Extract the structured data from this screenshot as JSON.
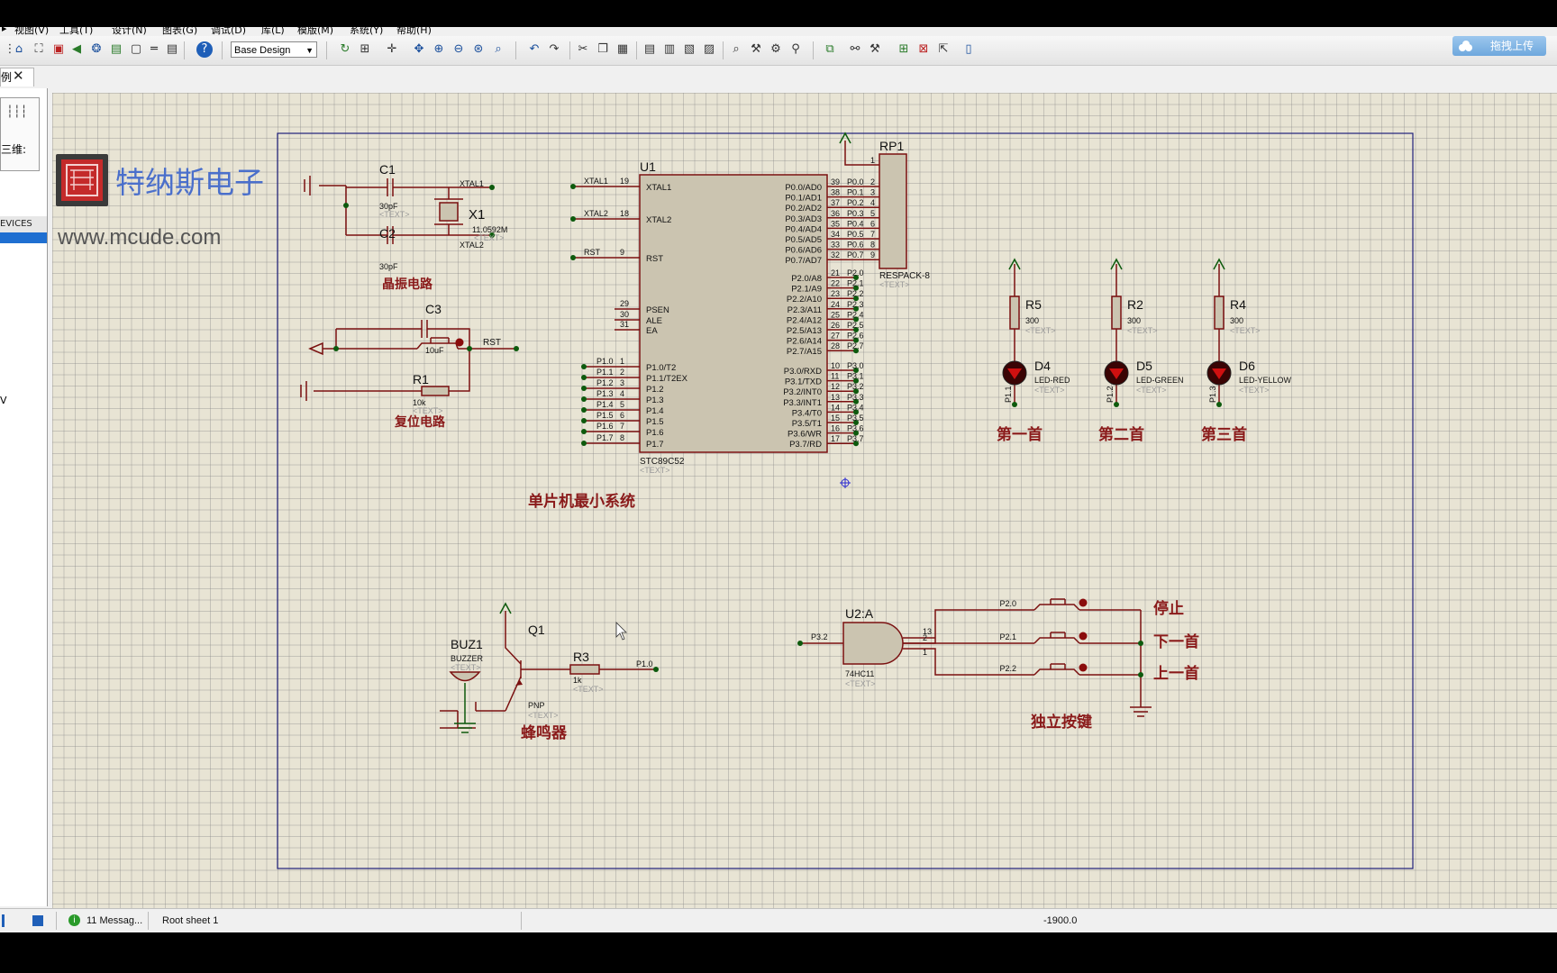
{
  "menu": {
    "items": [
      "视图(V)",
      "工具(T)",
      "设计(N)",
      "图表(G)",
      "调试(D)",
      "库(L)",
      "模版(M)",
      "系统(Y)",
      "帮助(H)"
    ]
  },
  "toolbar": {
    "design_select": "Base Design",
    "cloud_label": "拖拽上传"
  },
  "tab": {
    "label": "例"
  },
  "left_panel": {
    "mode_label": "三维:",
    "devices_label": "EVICES",
    "side_letter": "V"
  },
  "watermark": {
    "brand": "特纳斯电子",
    "url": "www.mcude.com"
  },
  "schematic": {
    "c1": {
      "ref": "C1",
      "value": "30pF",
      "text": "<TEXT>"
    },
    "c2": {
      "ref": "C2",
      "value": "30pF",
      "text": "<TEXT>"
    },
    "x1": {
      "ref": "X1",
      "value": "11.0592M",
      "text": "<TEXT>"
    },
    "xtal1": "XTAL1",
    "xtal2": "XTAL2",
    "crystal_caption": "晶振电路",
    "c3": {
      "ref": "C3",
      "value": "10uF",
      "text": "<TEXT>"
    },
    "rst_net": "RST",
    "r1": {
      "ref": "R1",
      "value": "10k",
      "text": "<TEXT>"
    },
    "reset_caption": "复位电路",
    "u1": {
      "ref": "U1",
      "part": "STC89C52",
      "text": "<TEXT>",
      "caption": "单片机最小系统",
      "left_pins": [
        {
          "net": "XTAL1",
          "num": "19",
          "name": "XTAL1"
        },
        {
          "net": "XTAL2",
          "num": "18",
          "name": "XTAL2"
        },
        {
          "net": "RST",
          "num": "9",
          "name": "RST"
        },
        {
          "net": "",
          "num": "29",
          "name": "PSEN"
        },
        {
          "net": "",
          "num": "30",
          "name": "ALE"
        },
        {
          "net": "",
          "num": "31",
          "name": "EA"
        },
        {
          "net": "P1.0",
          "num": "1",
          "name": "P1.0/T2"
        },
        {
          "net": "P1.1",
          "num": "2",
          "name": "P1.1/T2EX"
        },
        {
          "net": "P1.2",
          "num": "3",
          "name": "P1.2"
        },
        {
          "net": "P1.3",
          "num": "4",
          "name": "P1.3"
        },
        {
          "net": "P1.4",
          "num": "5",
          "name": "P1.4"
        },
        {
          "net": "P1.5",
          "num": "6",
          "name": "P1.5"
        },
        {
          "net": "P1.6",
          "num": "7",
          "name": "P1.6"
        },
        {
          "net": "P1.7",
          "num": "8",
          "name": "P1.7"
        }
      ],
      "right_pins": [
        {
          "name": "P0.0/AD0",
          "num": "39",
          "net": "P0.0"
        },
        {
          "name": "P0.1/AD1",
          "num": "38",
          "net": "P0.1"
        },
        {
          "name": "P0.2/AD2",
          "num": "37",
          "net": "P0.2"
        },
        {
          "name": "P0.3/AD3",
          "num": "36",
          "net": "P0.3"
        },
        {
          "name": "P0.4/AD4",
          "num": "35",
          "net": "P0.4"
        },
        {
          "name": "P0.5/AD5",
          "num": "34",
          "net": "P0.5"
        },
        {
          "name": "P0.6/AD6",
          "num": "33",
          "net": "P0.6"
        },
        {
          "name": "P0.7/AD7",
          "num": "32",
          "net": "P0.7"
        },
        {
          "name": "P2.0/A8",
          "num": "21",
          "net": "P2.0"
        },
        {
          "name": "P2.1/A9",
          "num": "22",
          "net": "P2.1"
        },
        {
          "name": "P2.2/A10",
          "num": "23",
          "net": "P2.2"
        },
        {
          "name": "P2.3/A11",
          "num": "24",
          "net": "P2.3"
        },
        {
          "name": "P2.4/A12",
          "num": "25",
          "net": "P2.4"
        },
        {
          "name": "P2.5/A13",
          "num": "26",
          "net": "P2.5"
        },
        {
          "name": "P2.6/A14",
          "num": "27",
          "net": "P2.6"
        },
        {
          "name": "P2.7/A15",
          "num": "28",
          "net": "P2.7"
        },
        {
          "name": "P3.0/RXD",
          "num": "10",
          "net": "P3.0"
        },
        {
          "name": "P3.1/TXD",
          "num": "11",
          "net": "P3.1"
        },
        {
          "name": "P3.2/INT0",
          "num": "12",
          "net": "P3.2"
        },
        {
          "name": "P3.3/INT1",
          "num": "13",
          "net": "P3.3"
        },
        {
          "name": "P3.4/T0",
          "num": "14",
          "net": "P3.4"
        },
        {
          "name": "P3.5/T1",
          "num": "15",
          "net": "P3.5"
        },
        {
          "name": "P3.6/WR",
          "num": "16",
          "net": "P3.6"
        },
        {
          "name": "P3.7/RD",
          "num": "17",
          "net": "P3.7"
        }
      ]
    },
    "rp1": {
      "ref": "RP1",
      "part": "RESPACK-8",
      "text": "<TEXT>",
      "pins": [
        "1",
        "2",
        "3",
        "4",
        "5",
        "6",
        "7",
        "8",
        "9"
      ]
    },
    "leds": [
      {
        "r_ref": "R5",
        "r_value": "300",
        "r_text": "<TEXT>",
        "d_ref": "D4",
        "d_part": "LED-RED",
        "d_text": "<TEXT>",
        "net": "P1.1",
        "caption": "第一首",
        "color": "#d01010"
      },
      {
        "r_ref": "R2",
        "r_value": "300",
        "r_text": "<TEXT>",
        "d_ref": "D5",
        "d_part": "LED-GREEN",
        "d_text": "<TEXT>",
        "net": "P1.2",
        "caption": "第二首",
        "color": "#d01010"
      },
      {
        "r_ref": "R4",
        "r_value": "300",
        "r_text": "<TEXT>",
        "d_ref": "D6",
        "d_part": "LED-YELLOW",
        "d_text": "<TEXT>",
        "net": "P1.3",
        "caption": "第三首",
        "color": "#d01010"
      }
    ],
    "buzzer": {
      "buz_ref": "BUZ1",
      "buz_part": "BUZZER",
      "buz_text": "<TEXT>",
      "q_ref": "Q1",
      "q_part": "PNP",
      "q_text": "<TEXT>",
      "r_ref": "R3",
      "r_value": "1k",
      "r_text": "<TEXT>",
      "net": "P1.0",
      "caption": "蜂鸣器"
    },
    "keys": {
      "gate_ref": "U2:A",
      "gate_part": "74HC11",
      "gate_text": "<TEXT>",
      "out_net": "P3.2",
      "pins": [
        "13",
        "2",
        "1"
      ],
      "switches": [
        {
          "net": "P2.0",
          "label": "停止"
        },
        {
          "net": "P2.1",
          "label": "下一首"
        },
        {
          "net": "P2.2",
          "label": "上一首"
        }
      ],
      "caption": "独立按键"
    }
  },
  "status": {
    "messages": "11 Messag...",
    "sheet": "Root sheet 1",
    "coord": "-1900.0"
  }
}
